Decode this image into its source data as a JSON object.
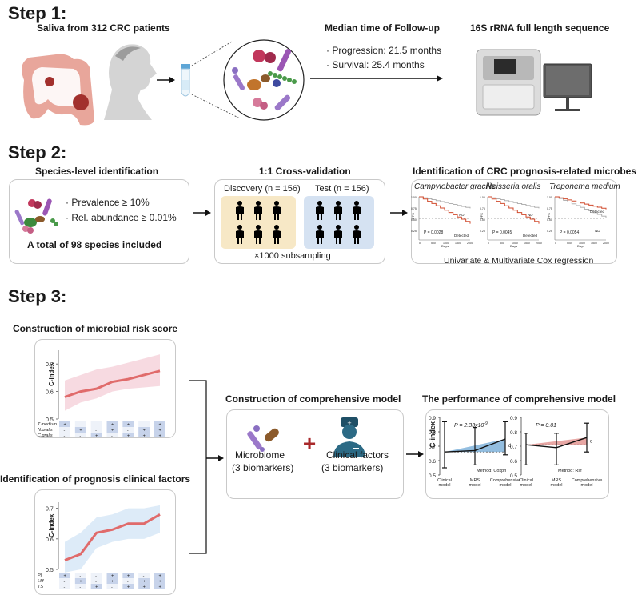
{
  "step1": {
    "title": "Step 1:",
    "saliva": "Saliva from 312 CRC patients",
    "followup_title": "Median time of Follow-up",
    "progression": "· Progression: 21.5 months",
    "survival": "· Survival: 25.4 months",
    "sequence": "16S rRNA full length sequence"
  },
  "step2": {
    "title": "Step 2:",
    "species_title": "Species-level identification",
    "prevalence": "· Prevalence ≥ 10%",
    "abundance": "· Rel. abundance ≥ 0.01%",
    "total": "A total of 98 species included",
    "cv_title": "1:1 Cross-validation",
    "discovery": "Discovery (n = 156)",
    "test": "Test (n = 156)",
    "subsampling": "×1000 subsampling",
    "id_title": "Identification of CRC prognosis-related microbes",
    "cox": "Univariate & Multivariate Cox regression",
    "km_panels": [
      {
        "species": "Campylobacter gracilis",
        "p": "P = 0.0028",
        "nd": "ND",
        "det": "Detected"
      },
      {
        "species": "Neisseria oralis",
        "p": "P = 0.0045",
        "nd": "ND",
        "det": "Detected"
      },
      {
        "species": "Treponema medium",
        "p": "P = 0.0054",
        "nd": "ND",
        "det": "Detected"
      }
    ],
    "km_axis": {
      "ylabel": "PFS",
      "xlabel": "Days",
      "xticks": [
        "0",
        "500",
        "1000",
        "1500",
        "2000"
      ],
      "yticks": [
        "1.00",
        "0.75",
        "0.50",
        "0.25"
      ]
    }
  },
  "step3": {
    "title": "Step 3:",
    "mrs_title": "Construction of microbial risk score",
    "clin_title": "Identification of prognosis clinical factors",
    "comp_title": "Construction of comprehensive model",
    "microbiome": "Microbiome",
    "microbiome_sub": "(3 biomarkers)",
    "clinical": "Clinical factors",
    "clinical_sub": "(3 biomarkers)",
    "plus": "+",
    "perf_title": "The performance of comprehensive model"
  },
  "chart_data": [
    {
      "type": "line",
      "ylabel": "C-index",
      "ylim": [
        0.5,
        0.75
      ],
      "yticks": [
        "0.7",
        "0.6",
        "0.5"
      ],
      "x": [
        1,
        2,
        3,
        4,
        5,
        6,
        7
      ],
      "series": [
        {
          "values": [
            0.58,
            0.6,
            0.61,
            0.635,
            0.645,
            0.66,
            0.675
          ],
          "band_low": [
            0.53,
            0.56,
            0.575,
            0.6,
            0.61,
            0.615,
            0.62
          ],
          "band_high": [
            0.64,
            0.66,
            0.68,
            0.69,
            0.705,
            0.72,
            0.735
          ]
        }
      ],
      "color": "#e06b6b",
      "band_color": "#f6d3dc",
      "row_labels": [
        "T.medium",
        "N.oralis",
        "C.gralis"
      ],
      "matrix": [
        [
          "+",
          "-",
          "-",
          "+",
          "+",
          "-",
          "+"
        ],
        [
          "-",
          "+",
          "-",
          "+",
          "-",
          "+",
          "+"
        ],
        [
          "-",
          "-",
          "+",
          "-",
          "+",
          "+",
          "+"
        ]
      ]
    },
    {
      "type": "line",
      "ylabel": "C-index",
      "ylim": [
        0.5,
        0.72
      ],
      "yticks": [
        "0.7",
        "0.6",
        "0.5"
      ],
      "x": [
        1,
        2,
        3,
        4,
        5,
        6,
        7
      ],
      "series": [
        {
          "values": [
            0.53,
            0.55,
            0.62,
            0.63,
            0.65,
            0.65,
            0.68
          ],
          "band_low": [
            0.49,
            0.5,
            0.57,
            0.59,
            0.6,
            0.6,
            0.62
          ],
          "band_high": [
            0.59,
            0.62,
            0.67,
            0.68,
            0.7,
            0.7,
            0.71
          ]
        }
      ],
      "color": "#e06b6b",
      "band_color": "#d7e7f7",
      "row_labels": [
        "PI",
        "LM",
        "TS"
      ],
      "matrix": [
        [
          "+",
          "-",
          "-",
          "+",
          "+",
          "-",
          "+"
        ],
        [
          "-",
          "+",
          "-",
          "+",
          "-",
          "+",
          "+"
        ],
        [
          "-",
          "-",
          "+",
          "-",
          "+",
          "+",
          "+"
        ]
      ]
    },
    {
      "type": "line",
      "ylabel": "C-index",
      "ylim": [
        0.5,
        0.9
      ],
      "yticks": [
        "0.9",
        "0.8",
        "0.7",
        "0.6",
        "0.5"
      ],
      "categories": [
        "Clinical model",
        "MRS model",
        "Comprehensive model"
      ],
      "series": [
        {
          "values": [
            0.66,
            0.67,
            0.75
          ],
          "err_low": [
            0.55,
            0.57,
            0.64
          ],
          "err_high": [
            0.87,
            0.83,
            0.87
          ]
        }
      ],
      "annotation": "P = 2.33x10",
      "annotation_sup": "-9",
      "method": "Method: Coxph",
      "delta_label": "d",
      "fill": "#6fa8d6"
    },
    {
      "type": "line",
      "ylabel": "",
      "ylim": [
        0.5,
        0.9
      ],
      "yticks": [
        "0.9",
        "0.8",
        "0.7",
        "0.6",
        "0.5"
      ],
      "categories": [
        "Clinical model",
        "MRS model",
        "Comprehensive model"
      ],
      "series": [
        {
          "values": [
            0.71,
            0.69,
            0.76
          ],
          "err_low": [
            0.57,
            0.57,
            0.66
          ],
          "err_high": [
            0.79,
            0.79,
            0.86
          ]
        }
      ],
      "annotation": "P = 0.01",
      "method": "Method: Rsf",
      "delta_label": "d",
      "fill": "#e08a85"
    }
  ]
}
